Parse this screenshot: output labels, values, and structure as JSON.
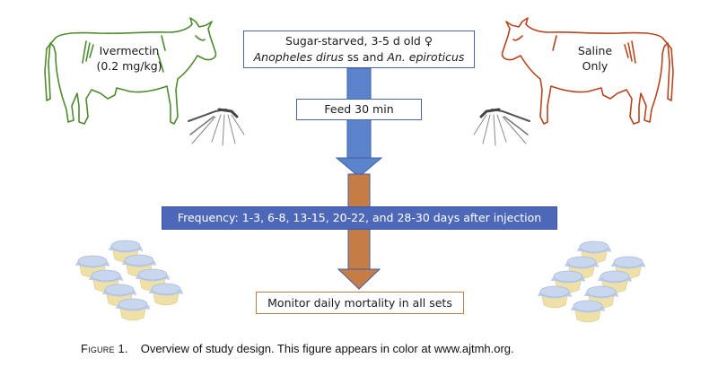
{
  "diagram": {
    "top_box": {
      "line1": "Sugar-starved, 3-5 d old ♀",
      "species_1": "Anopheles dirus",
      "species_1_suffix": " ss and ",
      "species_2": "An. epiroticus"
    },
    "feed_box": "Feed 30 min",
    "frequency_box": "Frequency: 1-3, 6-8, 13-15, 20-22, and 28-30 days after injection",
    "monitor_box": "Monitor daily mortality in all sets",
    "left_cow": {
      "line1": "Ivermectin",
      "line2": "(0.2 mg/kg)",
      "color": "#4e8a2e"
    },
    "right_cow": {
      "line1": "Saline",
      "line2": "Only",
      "color": "#b5461f"
    },
    "arrow_colors": {
      "blue": "#5b84cc",
      "orange": "#c57c45"
    },
    "icons": {
      "left_cow": "cow-icon",
      "right_cow": "cow-icon",
      "left_mosquito": "mosquito-icon",
      "right_mosquito": "mosquito-icon",
      "left_cups": "mosquito-cups-icon",
      "right_cups": "mosquito-cups-icon"
    }
  },
  "caption": {
    "figure_label": "Figure 1.",
    "text": "Overview of study design. This figure appears in color at www.ajtmh.org."
  }
}
